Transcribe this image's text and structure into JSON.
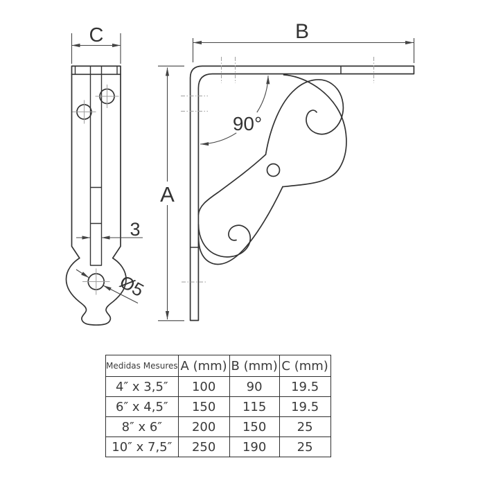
{
  "drawing": {
    "labels": {
      "a": "A",
      "b": "B",
      "c": "C",
      "slot_width": "3",
      "angle": "90°",
      "hole_diameter": "Ø5"
    },
    "colors": {
      "outline": "#333333",
      "dimension": "#444444",
      "centerline": "#9e9e9e",
      "background": "#ffffff",
      "table_border": "#2e2e2e",
      "text": "#3a3a3a"
    }
  },
  "table": {
    "headers": [
      "Medidas Mesures",
      "A (mm)",
      "B (mm)",
      "C (mm)"
    ],
    "rows": [
      [
        "4″ x 3,5″",
        "100",
        "90",
        "19.5"
      ],
      [
        "6″ x 4,5″",
        "150",
        "115",
        "19.5"
      ],
      [
        "8″ x 6″",
        "200",
        "150",
        "25"
      ],
      [
        "10″ x 7,5″",
        "250",
        "190",
        "25"
      ]
    ]
  }
}
